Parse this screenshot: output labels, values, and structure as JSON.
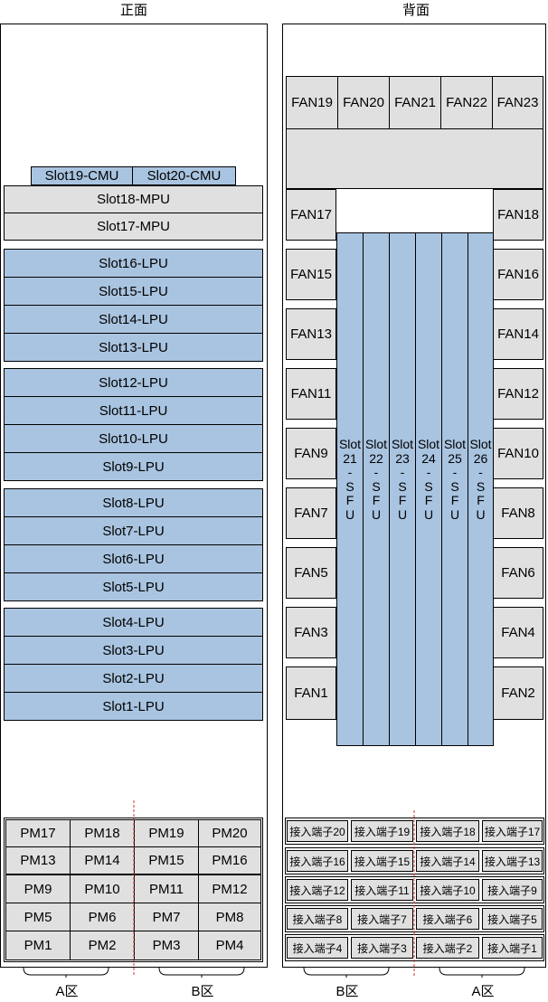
{
  "titles": {
    "front": "正面",
    "back": "背面"
  },
  "front": {
    "cmu": [
      "Slot19-CMU",
      "Slot20-CMU"
    ],
    "mpu": [
      "Slot18-MPU",
      "Slot17-MPU"
    ],
    "lpu_groups": [
      [
        "Slot16-LPU",
        "Slot15-LPU",
        "Slot14-LPU",
        "Slot13-LPU"
      ],
      [
        "Slot12-LPU",
        "Slot11-LPU",
        "Slot10-LPU",
        "Slot9-LPU"
      ],
      [
        "Slot8-LPU",
        "Slot7-LPU",
        "Slot6-LPU",
        "Slot5-LPU"
      ],
      [
        "Slot4-LPU",
        "Slot3-LPU",
        "Slot2-LPU",
        "Slot1-LPU"
      ]
    ],
    "pm_rows": [
      [
        "PM17",
        "PM18",
        "PM19",
        "PM20"
      ],
      [
        "PM13",
        "PM14",
        "PM15",
        "PM16"
      ],
      [
        "PM9",
        "PM10",
        "PM11",
        "PM12"
      ],
      [
        "PM5",
        "PM6",
        "PM7",
        "PM8"
      ],
      [
        "PM1",
        "PM2",
        "PM3",
        "PM4"
      ]
    ],
    "zones": [
      "A区",
      "B区"
    ]
  },
  "back": {
    "fans_top": [
      "FAN19",
      "FAN20",
      "FAN21",
      "FAN22",
      "FAN23"
    ],
    "fans_left": [
      "FAN17",
      "FAN15",
      "FAN13",
      "FAN11",
      "FAN9",
      "FAN7",
      "FAN5",
      "FAN3",
      "FAN1"
    ],
    "fans_right": [
      "FAN18",
      "FAN16",
      "FAN14",
      "FAN12",
      "FAN10",
      "FAN8",
      "FAN6",
      "FAN4",
      "FAN2"
    ],
    "sfu": [
      {
        "slot": "Slot",
        "num": "21",
        "dash": "-",
        "l1": "S",
        "l2": "F",
        "l3": "U"
      },
      {
        "slot": "Slot",
        "num": "22",
        "dash": "-",
        "l1": "S",
        "l2": "F",
        "l3": "U"
      },
      {
        "slot": "Slot",
        "num": "23",
        "dash": "-",
        "l1": "S",
        "l2": "F",
        "l3": "U"
      },
      {
        "slot": "Slot",
        "num": "24",
        "dash": "-",
        "l1": "S",
        "l2": "F",
        "l3": "U"
      },
      {
        "slot": "Slot",
        "num": "25",
        "dash": "-",
        "l1": "S",
        "l2": "F",
        "l3": "U"
      },
      {
        "slot": "Slot",
        "num": "26",
        "dash": "-",
        "l1": "S",
        "l2": "F",
        "l3": "U"
      }
    ],
    "term_rows": [
      [
        "接入端子20",
        "接入端子19",
        "接入端子18",
        "接入端子17"
      ],
      [
        "接入端子16",
        "接入端子15",
        "接入端子14",
        "接入端子13"
      ],
      [
        "接入端子12",
        "接入端子11",
        "接入端子10",
        "接入端子9"
      ],
      [
        "接入端子8",
        "接入端子7",
        "接入端子6",
        "接入端子5"
      ],
      [
        "接入端子4",
        "接入端子3",
        "接入端子2",
        "接入端子1"
      ]
    ],
    "zones": [
      "B区",
      "A区"
    ]
  }
}
